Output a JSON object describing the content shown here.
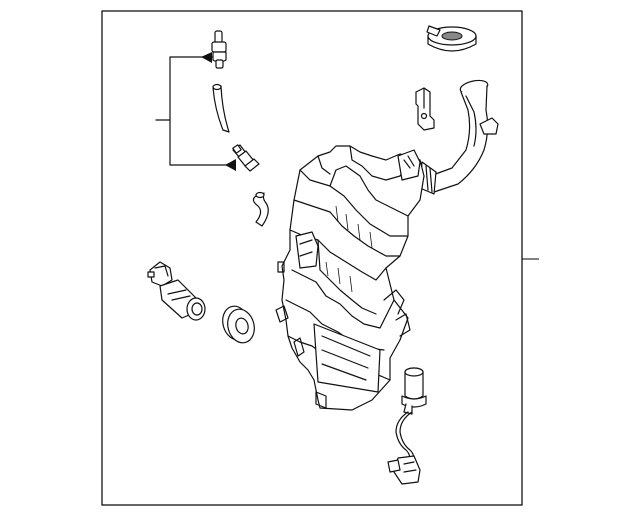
{
  "diagram": {
    "frame_color": "#000000",
    "line_color": "#111111",
    "background": "#ffffff",
    "parts": [
      {
        "id": "check-valve-upper",
        "icon": "check-valve-icon"
      },
      {
        "id": "hose-upper",
        "icon": "hose-icon"
      },
      {
        "id": "check-valve-lower",
        "icon": "check-valve-icon"
      },
      {
        "id": "hose-lower",
        "icon": "hose-icon"
      },
      {
        "id": "washer-pump",
        "icon": "pump-icon"
      },
      {
        "id": "grommet",
        "icon": "grommet-icon"
      },
      {
        "id": "filler-cap",
        "icon": "cap-icon"
      },
      {
        "id": "bracket-clip",
        "icon": "clip-icon"
      },
      {
        "id": "filler-neck",
        "icon": "filler-neck-icon"
      },
      {
        "id": "reservoir-tank",
        "icon": "reservoir-icon"
      },
      {
        "id": "level-sensor",
        "icon": "level-sensor-icon"
      }
    ]
  }
}
